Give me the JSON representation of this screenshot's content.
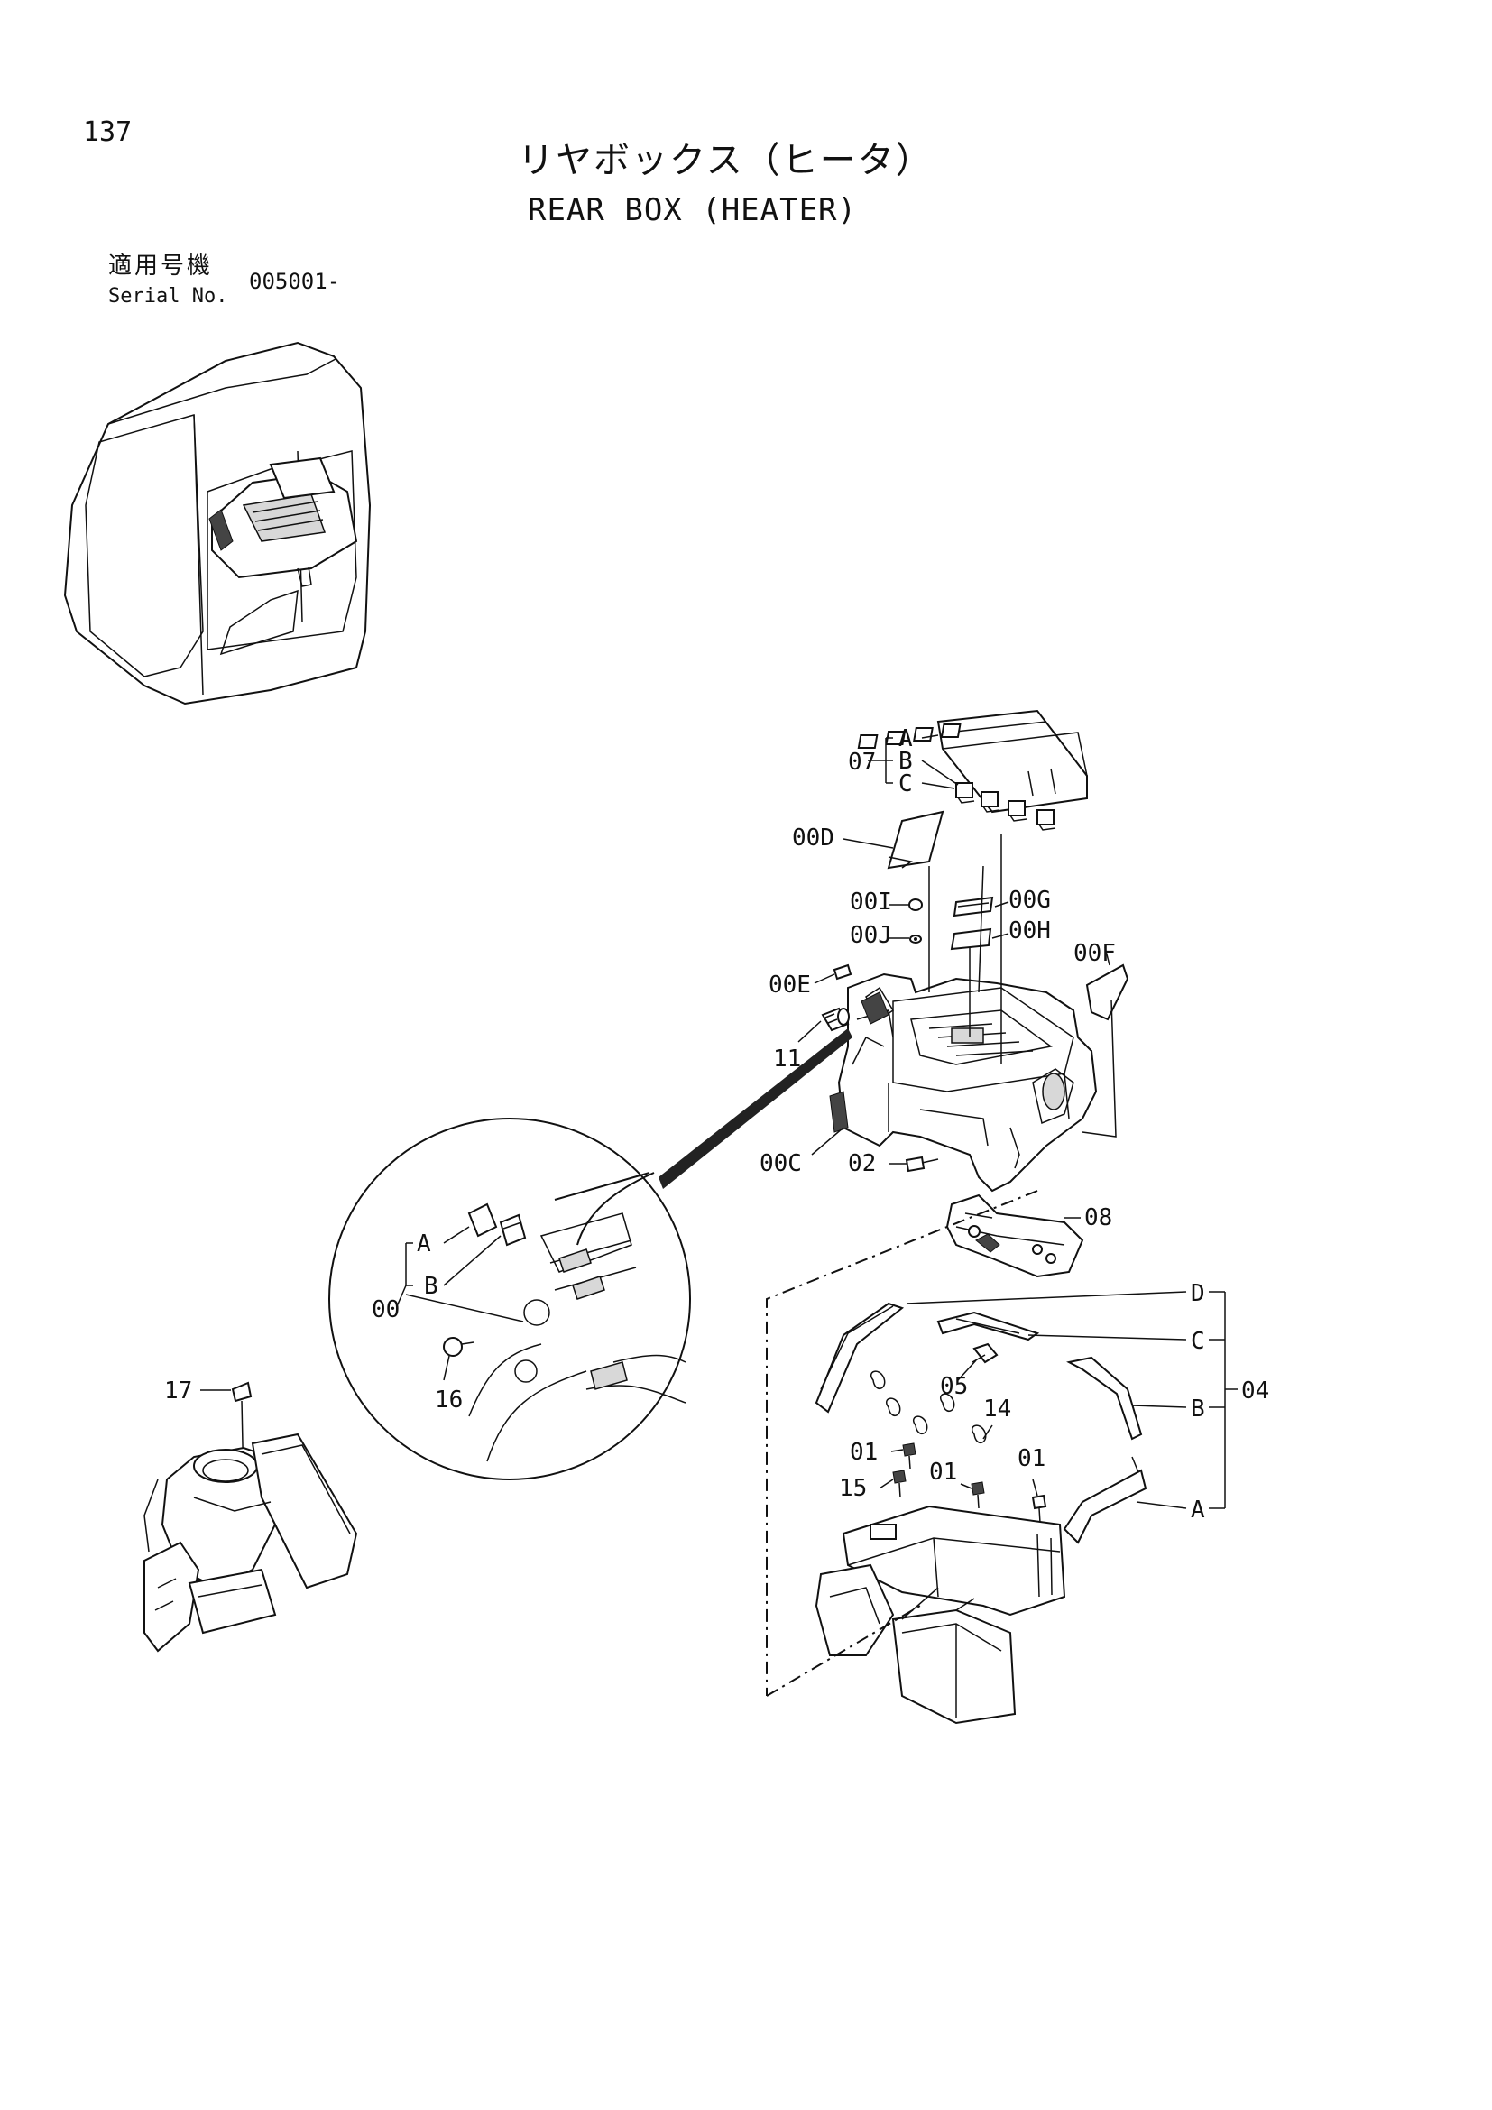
{
  "page": {
    "page_number": "137",
    "title_jp": "リヤボックス（ヒータ）",
    "title_en": "REAR BOX (HEATER)"
  },
  "serial": {
    "label_jp": "適用号機",
    "label_en": "Serial No.",
    "value": "005001-"
  },
  "callouts": {
    "c07": "07",
    "c07A": "A",
    "c07B": "B",
    "c07C": "C",
    "c00D": "00D",
    "c00I": "00I",
    "c00J": "00J",
    "c00G": "00G",
    "c00H": "00H",
    "c00E": "00E",
    "c00F": "00F",
    "c11": "11",
    "c00C": "00C",
    "c02": "02",
    "c08": "08",
    "c00": "00",
    "c00A": "A",
    "c00B": "B",
    "c16": "16",
    "c17": "17",
    "c04": "04",
    "c04A": "A",
    "c04B": "B",
    "c04C": "C",
    "c04D": "D",
    "c05": "05",
    "c14": "14",
    "c01a": "01",
    "c01b": "01",
    "c01c": "01",
    "c15": "15"
  }
}
